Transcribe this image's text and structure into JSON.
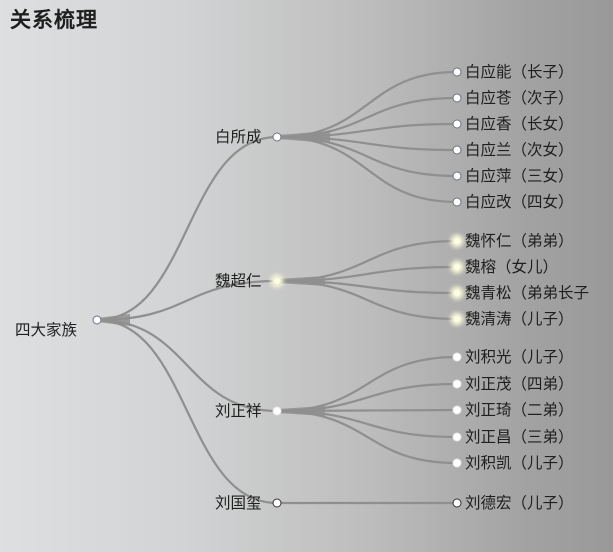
{
  "title": "关系梳理",
  "colors": {
    "link": "#8f8f8f",
    "node_fill": "#ffffff",
    "node_stroke": "#6b7385",
    "background_left": "#dddfe0",
    "background_right": "#999999"
  },
  "tree": {
    "root": {
      "label": "四大家族"
    },
    "branches": [
      {
        "label": "白所成",
        "children": [
          "白应能（长子）",
          "白应苍（次子）",
          "白应香（长女）",
          "白应兰（次女）",
          "白应萍（三女）",
          "白应改（四女）"
        ]
      },
      {
        "label": "魏超仁",
        "children": [
          "魏怀仁（弟弟）",
          "魏榕（女儿）",
          "魏青松（弟弟长子",
          "魏清涛（儿子）"
        ]
      },
      {
        "label": "刘正祥",
        "children": [
          "刘积光（儿子）",
          "刘正茂（四弟）",
          "刘正琦（二弟）",
          "刘正昌（三弟）",
          "刘积凯（儿子）"
        ]
      },
      {
        "label": "刘国玺",
        "children": [
          "刘德宏（儿子）"
        ]
      }
    ]
  }
}
